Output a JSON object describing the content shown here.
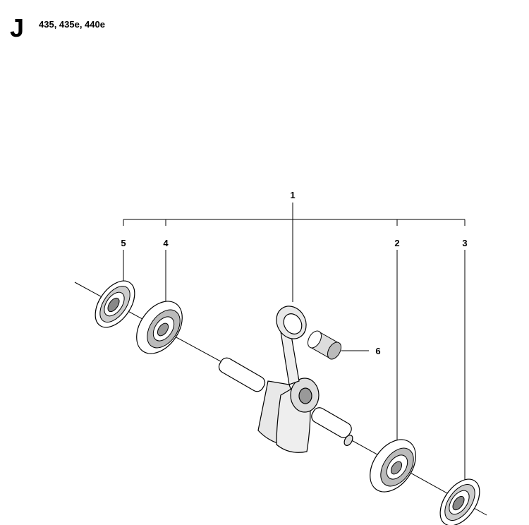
{
  "header": {
    "section_letter": "J",
    "models": "435, 435e, 440e"
  },
  "callouts": {
    "c1": "1",
    "c2": "2",
    "c3": "3",
    "c4": "4",
    "c5": "5",
    "c6": "6"
  }
}
